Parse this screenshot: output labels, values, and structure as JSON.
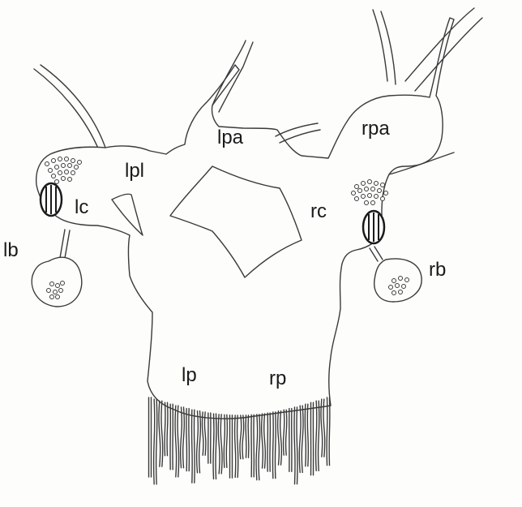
{
  "labels": {
    "lpl": "lpl",
    "lpa": "lpa",
    "rpa": "rpa",
    "lc": "lc",
    "rc": "rc",
    "lb": "lb",
    "rb": "rb",
    "lp": "lp",
    "rp": "rp"
  }
}
